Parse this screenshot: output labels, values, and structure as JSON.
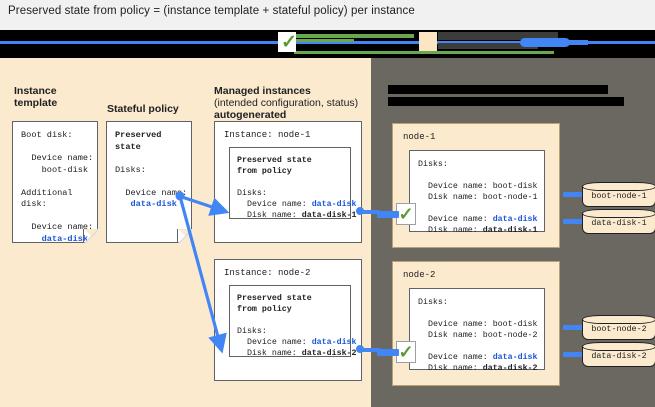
{
  "caption": "Preserved state from policy = (instance template + stateful policy) per instance",
  "colors": {
    "panel_left_bg": "#fbeacd",
    "panel_right_bg": "#6b6862",
    "accent_blue": "#4285f4",
    "link_blue": "#1a56d6",
    "check_green": "#5c9a33",
    "note_border": "#5f6368",
    "page_bg": "#f1f1f1"
  },
  "top_band": {
    "redacted": true,
    "check_icon": "✓",
    "note": "redacted black banner with green check, green bars, cream block and blue blob"
  },
  "headings": {
    "instance_template": "Instance\ntemplate",
    "stateful_policy": "Stateful policy",
    "managed_instances_line1": "Managed instances",
    "managed_instances_line2": "(intended configuration, status)",
    "managed_instances_line3": "autogenerated",
    "right_panel_redacted": true
  },
  "notes": {
    "instance_template": "Boot disk:\n\n  Device name:\n    boot-disk\n\nAdditional\ndisk:\n\n  Device name:\n    data-disk",
    "instance_template_lines": [
      {
        "text": "Boot disk:",
        "style": "plain"
      },
      {
        "text": "",
        "style": "plain"
      },
      {
        "text": "  Device name:",
        "style": "plain"
      },
      {
        "text": "    boot-disk",
        "style": "plain"
      },
      {
        "text": "",
        "style": "plain"
      },
      {
        "text": "Additional",
        "style": "plain"
      },
      {
        "text": "disk:",
        "style": "plain"
      },
      {
        "text": "",
        "style": "plain"
      },
      {
        "text": "  Device name:",
        "style": "plain"
      },
      {
        "text": "    data-disk",
        "style": "blue-bold"
      }
    ],
    "stateful_policy_lines": [
      {
        "text": "Preserved",
        "style": "bold"
      },
      {
        "text": "state",
        "style": "bold"
      },
      {
        "text": "",
        "style": "plain"
      },
      {
        "text": "Disks:",
        "style": "plain"
      },
      {
        "text": "",
        "style": "plain"
      },
      {
        "text": "  Device name:",
        "style": "plain"
      },
      {
        "text": "    data-disk",
        "style": "blue-bold"
      }
    ]
  },
  "managed_instances": [
    {
      "title": "Instance: node-1",
      "inner_heading_1": "Preserved state",
      "inner_heading_2": "from policy",
      "disks_label": "Disks:",
      "device_label": "  Device name: ",
      "device_value": "data-disk",
      "disk_label": "  Disk name: ",
      "disk_value": "data-disk-1"
    },
    {
      "title": "Instance: node-2",
      "inner_heading_1": "Preserved state",
      "inner_heading_2": "from policy",
      "disks_label": "Disks:",
      "device_label": "  Device name: ",
      "device_value": "data-disk",
      "disk_label": "  Disk name: ",
      "disk_value": "data-disk-2"
    }
  ],
  "nodes": [
    {
      "title": "node-1",
      "disks_label": "Disks:",
      "boot_device_label": "  Device name: ",
      "boot_device_value": "boot-disk",
      "boot_disk_label": "  Disk name: ",
      "boot_disk_value": "boot-node-1",
      "data_device_label": "  Device name: ",
      "data_device_value": "data-disk",
      "data_disk_label": "  Disk name: ",
      "data_disk_value": "data-disk-1",
      "check_icon": "✓"
    },
    {
      "title": "node-2",
      "disks_label": "Disks:",
      "boot_device_label": "  Device name: ",
      "boot_device_value": "boot-disk",
      "boot_disk_label": "  Disk name: ",
      "boot_disk_value": "boot-node-2",
      "data_device_label": "  Device name: ",
      "data_device_value": "data-disk",
      "data_disk_label": "  Disk name: ",
      "data_disk_value": "data-disk-2",
      "check_icon": "✓"
    }
  ],
  "disk_cylinders": [
    {
      "label": "boot-node-1"
    },
    {
      "label": "data-disk-1"
    },
    {
      "label": "boot-node-2"
    },
    {
      "label": "data-disk-2"
    }
  ]
}
